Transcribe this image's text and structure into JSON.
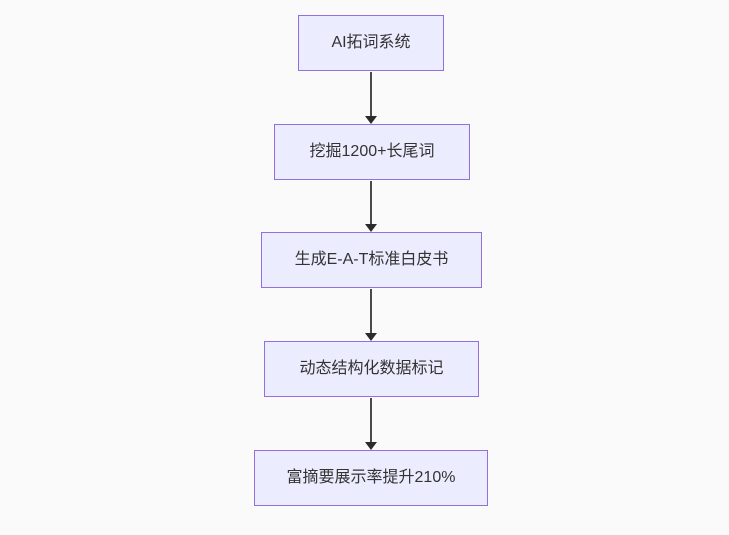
{
  "diagram": {
    "type": "flowchart",
    "direction": "top-down",
    "colors": {
      "background": "#fafafa",
      "node_fill": "#ECECFF",
      "node_border": "#9370DB",
      "edge": "#4a4a4a",
      "arrowhead": "#2b2b2b",
      "text": "#333333"
    },
    "nodes": [
      {
        "label": "AI拓词系统"
      },
      {
        "label": "挖掘1200+长尾词"
      },
      {
        "label": "生成E-A-T标准白皮书"
      },
      {
        "label": "动态结构化数据标记"
      },
      {
        "label": "富摘要展示率提升210%"
      }
    ],
    "edges": [
      {
        "from": "AI拓词系统",
        "to": "挖掘1200+长尾词",
        "style": "solid-arrow"
      },
      {
        "from": "挖掘1200+长尾词",
        "to": "生成E-A-T标准白皮书",
        "style": "solid-arrow"
      },
      {
        "from": "生成E-A-T标准白皮书",
        "to": "动态结构化数据标记",
        "style": "solid-arrow"
      },
      {
        "from": "动态结构化数据标记",
        "to": "富摘要展示率提升210%",
        "style": "solid-arrow"
      }
    ]
  }
}
